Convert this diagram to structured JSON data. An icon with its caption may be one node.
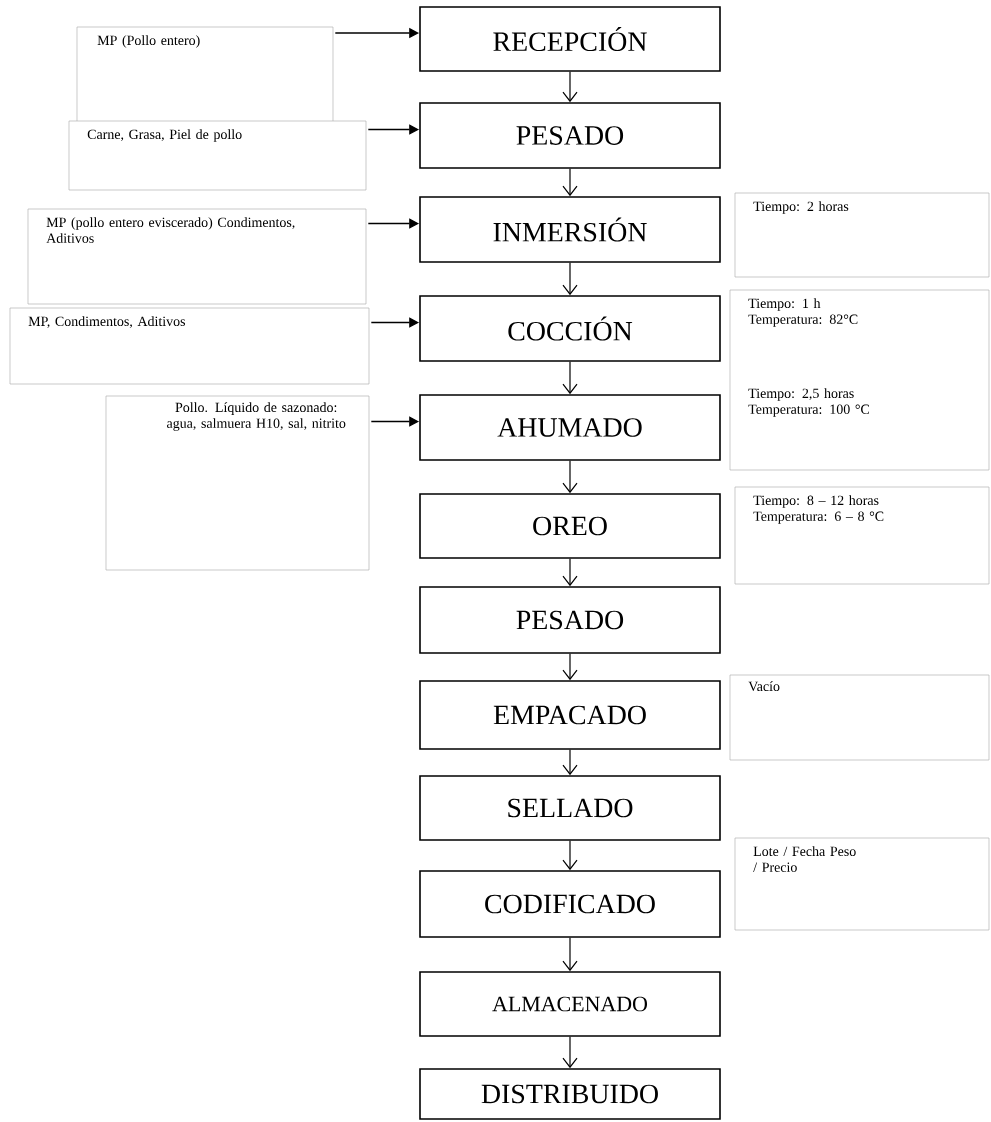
{
  "diagram": {
    "nodes": [
      {
        "text": [
          "RECEPCIÓN"
        ]
      },
      {
        "text": [
          "PESADO"
        ]
      },
      {
        "text": [
          "INMERSIÓN"
        ]
      },
      {
        "text": [
          "COCCIÓN"
        ]
      },
      {
        "text": [
          "AHUMADO"
        ]
      },
      {
        "text": [
          "OREO"
        ]
      },
      {
        "text": [
          "PESADO"
        ]
      },
      {
        "text": [
          "EMPACADO"
        ]
      },
      {
        "text": [
          "SELLADO"
        ]
      },
      {
        "text": [
          "CODIFICADO"
        ]
      },
      {
        "text": [
          "ALMACENADO"
        ]
      },
      {
        "text": [
          "DISTRIBUIDO"
        ]
      },
      {
        "text": [
          "MP  (Pollo entero)"
        ]
      },
      {
        "text": [
          "Carne, Grasa, Piel de pollo"
        ]
      },
      {
        "text": [
          "MP (pollo entero eviscerado) Condimentos,  Aditivos"
        ]
      },
      {
        "text": [
          "MP, Condimentos,  Aditivos"
        ]
      },
      {
        "text": [
          "Pollo. Líquido de sazonado: agua, salmuera H10, sal, nitrito"
        ]
      },
      {
        "text": [
          "Tiempo: 2 horas"
        ]
      },
      {
        "text": [
          "Tiempo: 1 h Temperatura: 82°C",
          "Tiempo: 2,5 horas Temperatura: 100 °C"
        ]
      },
      {
        "text": [
          "Tiempo: 8 – 12 horas Temperatura: 6 – 8 °C"
        ]
      },
      {
        "text": [
          "Vacío"
        ]
      },
      {
        "text": [
          "Lote  / Fecha Peso / Precio"
        ]
      }
    ],
    "edges": [
      {
        "from": 0,
        "to": 1,
        "arrow": "to"
      },
      {
        "from": 1,
        "to": 2,
        "arrow": "to"
      },
      {
        "from": 2,
        "to": 3,
        "arrow": "to"
      },
      {
        "from": 3,
        "to": 4,
        "arrow": "to"
      },
      {
        "from": 4,
        "to": 5,
        "arrow": "to"
      },
      {
        "from": 5,
        "to": 6,
        "arrow": "to"
      },
      {
        "from": 6,
        "to": 7,
        "arrow": "to"
      },
      {
        "from": 7,
        "to": 8,
        "arrow": "to"
      },
      {
        "from": 8,
        "to": 9,
        "arrow": "to"
      },
      {
        "from": 9,
        "to": 10,
        "arrow": "to"
      },
      {
        "from": 10,
        "to": 11,
        "arrow": "to"
      },
      {
        "from": 12,
        "to": 0,
        "arrow": "to"
      },
      {
        "from": 13,
        "to": 1,
        "arrow": "to"
      },
      {
        "from": 14,
        "to": 2,
        "arrow": "to"
      },
      {
        "from": 15,
        "to": 3,
        "arrow": "to"
      },
      {
        "from": 16,
        "to": 4,
        "arrow": "to"
      }
    ]
  }
}
